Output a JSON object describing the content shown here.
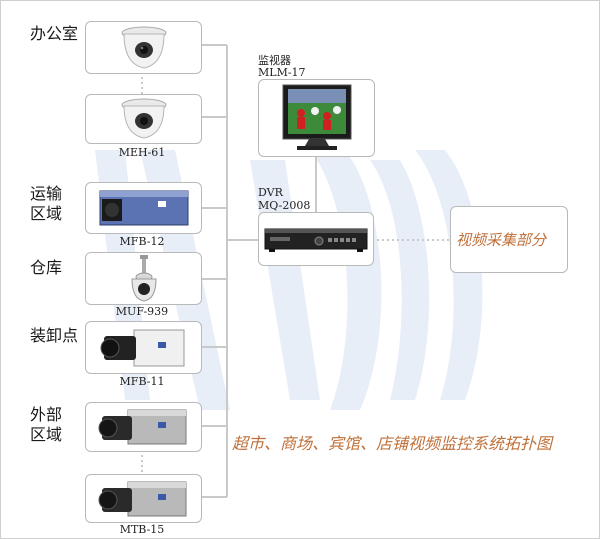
{
  "locations": {
    "office": "办公室",
    "transport_1": "运输",
    "transport_2": "区域",
    "warehouse": "仓库",
    "loading": "装卸点",
    "outside_1": "外部",
    "outside_2": "区域"
  },
  "models": {
    "meh": "MEH-61",
    "mfb12": "MFB-12",
    "muf": "MUF-939",
    "mfb11": "MFB-11",
    "mtb": "MTB-15"
  },
  "monitor": {
    "title": "监视器",
    "model": "MLM-17"
  },
  "dvr": {
    "title": "DVR",
    "model": "MQ-2008"
  },
  "capture": "视频采集部分",
  "caption": "超市、商场、宾馆、店铺视频监控系统拓扑图",
  "colors": {
    "line": "#c9c9c9",
    "caption": "#c0703a",
    "watermark": "#e8eef7"
  }
}
